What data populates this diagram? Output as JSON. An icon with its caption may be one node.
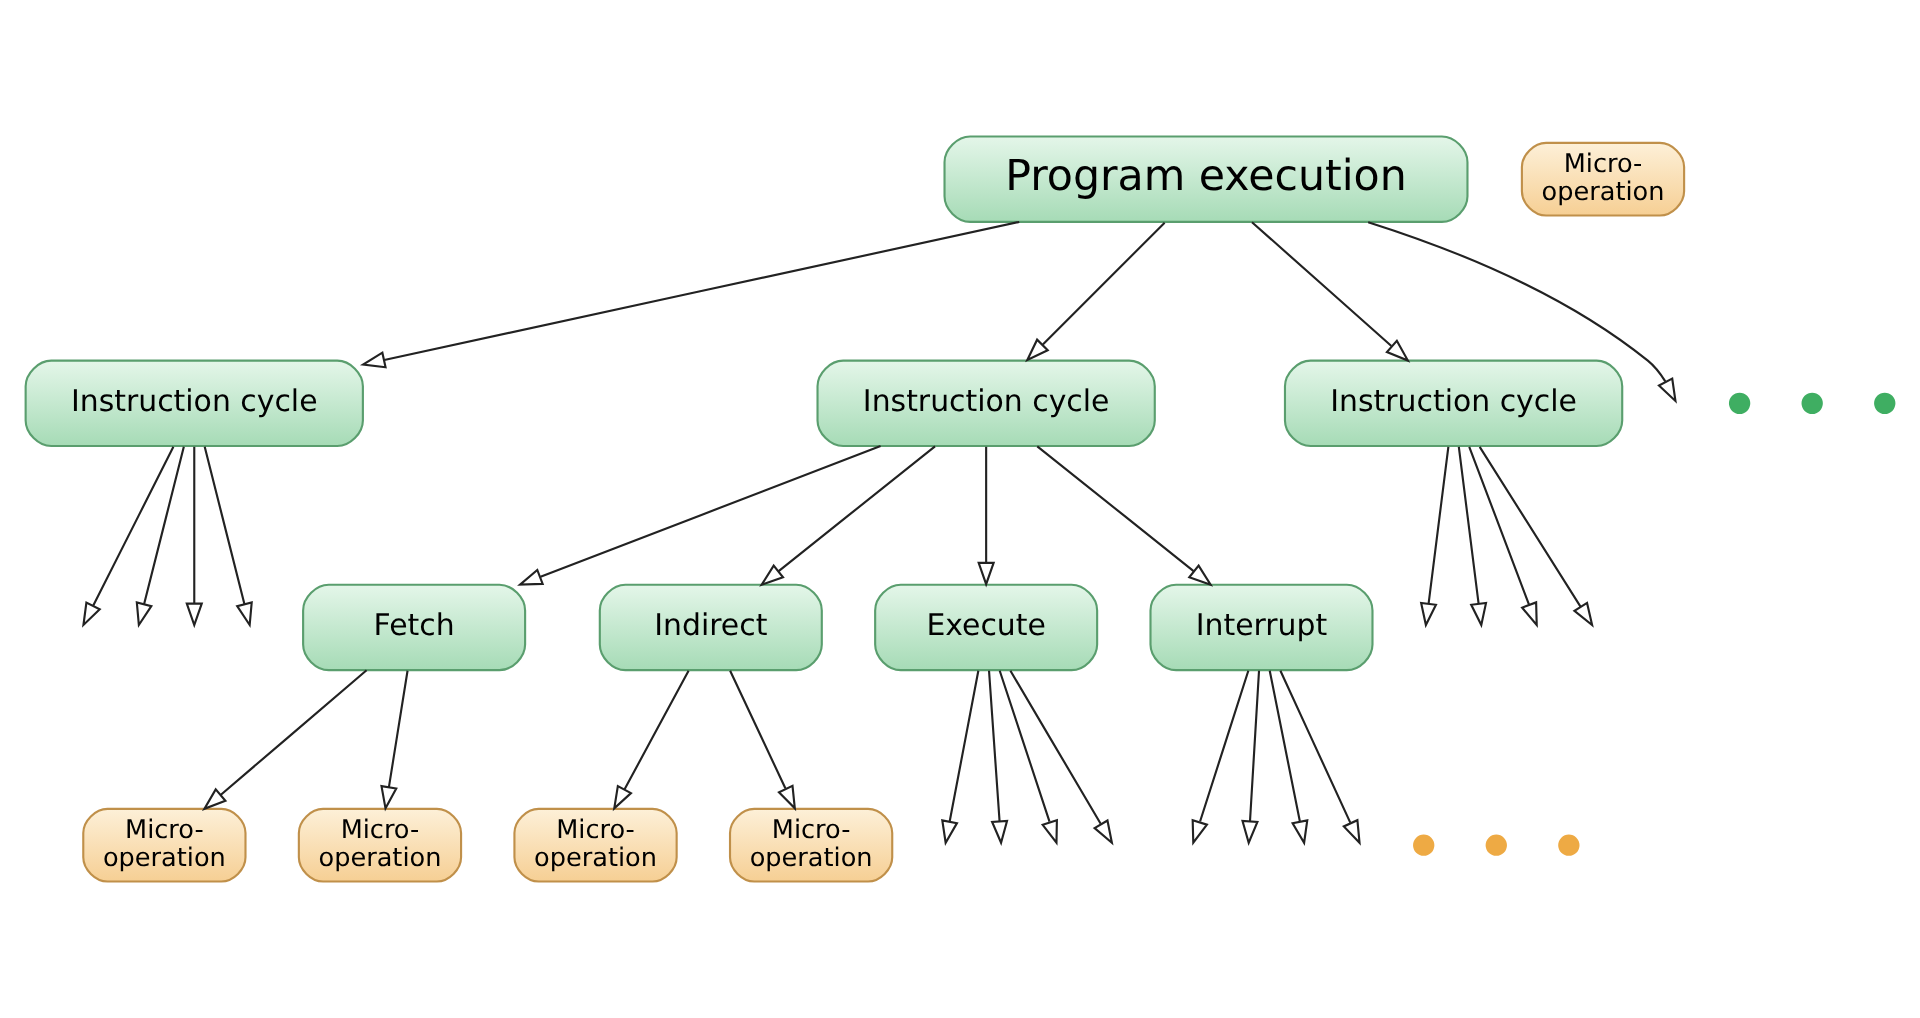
{
  "diagram": {
    "nodes": [
      {
        "text": [
          "Program execution"
        ]
      },
      {
        "text": [
          "Instruction cycle"
        ]
      },
      {
        "text": [
          "Instruction cycle"
        ]
      },
      {
        "text": [],
        "shape": "circle"
      },
      {
        "text": [],
        "shape": "circle"
      },
      {
        "text": [],
        "shape": "circle"
      },
      {
        "text": [
          "Instruction cycle"
        ]
      },
      {
        "text": [
          "Fetch"
        ]
      },
      {
        "text": [
          "Indirect"
        ]
      },
      {
        "text": [
          "Execute"
        ]
      },
      {
        "text": [
          "Interrupt"
        ]
      },
      {
        "text": [
          "Micro- operation"
        ]
      },
      {
        "text": [
          "Micro- operation"
        ]
      },
      {
        "text": [
          "Micro- operation"
        ]
      },
      {
        "text": [
          "Micro- operation"
        ]
      },
      {
        "text": [],
        "shape": "circle"
      },
      {
        "text": [],
        "shape": "circle"
      },
      {
        "text": [],
        "shape": "circle"
      },
      {
        "text": [
          "Micro- operation"
        ]
      }
    ],
    "edges": [
      {
        "from": 0,
        "to": 1,
        "arrow": "to"
      },
      {
        "from": 0,
        "to": 2,
        "arrow": "to"
      },
      {
        "from": 0,
        "to": null,
        "arrow": "to"
      },
      {
        "from": 0,
        "to": 6,
        "arrow": "to"
      },
      {
        "from": 1,
        "to": null,
        "arrow": "to"
      },
      {
        "from": 1,
        "to": null,
        "arrow": "to"
      },
      {
        "from": 1,
        "to": null,
        "arrow": "to"
      },
      {
        "from": 1,
        "to": null,
        "arrow": "to"
      },
      {
        "from": 2,
        "to": 7,
        "arrow": "to"
      },
      {
        "from": 2,
        "to": 8,
        "arrow": "to"
      },
      {
        "from": 2,
        "to": 9,
        "arrow": "to"
      },
      {
        "from": 2,
        "to": 10,
        "arrow": "to"
      },
      {
        "from": 6,
        "to": null,
        "arrow": "to"
      },
      {
        "from": 6,
        "to": null,
        "arrow": "to"
      },
      {
        "from": 6,
        "to": null,
        "arrow": "to"
      },
      {
        "from": 6,
        "to": null,
        "arrow": "to"
      },
      {
        "from": 7,
        "to": 11,
        "arrow": "to"
      },
      {
        "from": 7,
        "to": 12,
        "arrow": "to"
      },
      {
        "from": 8,
        "to": 13,
        "arrow": "to"
      },
      {
        "from": 8,
        "to": 14,
        "arrow": "to"
      },
      {
        "from": 9,
        "to": null,
        "arrow": "to"
      },
      {
        "from": 9,
        "to": null,
        "arrow": "to"
      },
      {
        "from": 9,
        "to": null,
        "arrow": "to"
      },
      {
        "from": 9,
        "to": null,
        "arrow": "to"
      },
      {
        "from": 10,
        "to": null,
        "arrow": "to"
      },
      {
        "from": 10,
        "to": null,
        "arrow": "to"
      },
      {
        "from": 10,
        "to": null,
        "arrow": "to"
      },
      {
        "from": 10,
        "to": null,
        "arrow": "to"
      }
    ]
  }
}
